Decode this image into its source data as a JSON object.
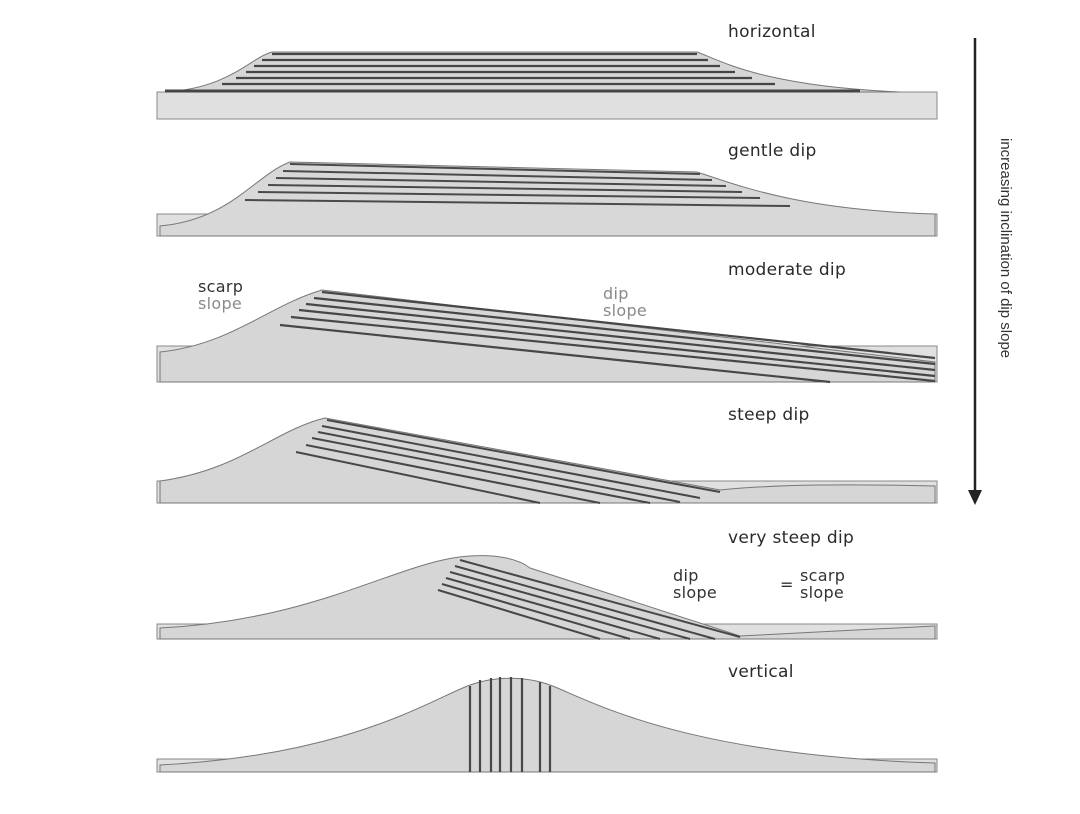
{
  "panels": [
    {
      "key": "horizontal",
      "label": "horizontal"
    },
    {
      "key": "gentle",
      "label": "gentle dip"
    },
    {
      "key": "moderate",
      "label": "moderate dip"
    },
    {
      "key": "steep",
      "label": "steep dip"
    },
    {
      "key": "very_steep",
      "label": "very steep dip"
    },
    {
      "key": "vertical",
      "label": "vertical"
    }
  ],
  "annotations": {
    "scarp_slope": [
      "scarp",
      "slope"
    ],
    "dip_slope": [
      "dip",
      "slope"
    ],
    "equal_left": [
      "dip",
      "slope"
    ],
    "equal_sign": "=",
    "equal_right": [
      "scarp",
      "slope"
    ]
  },
  "side_axis": {
    "label": "increasing inclination of dip slope"
  },
  "colors": {
    "fill": "#d9d9d9",
    "stroke": "#777777",
    "strata": "#444444",
    "base": "#e2e2e2"
  }
}
